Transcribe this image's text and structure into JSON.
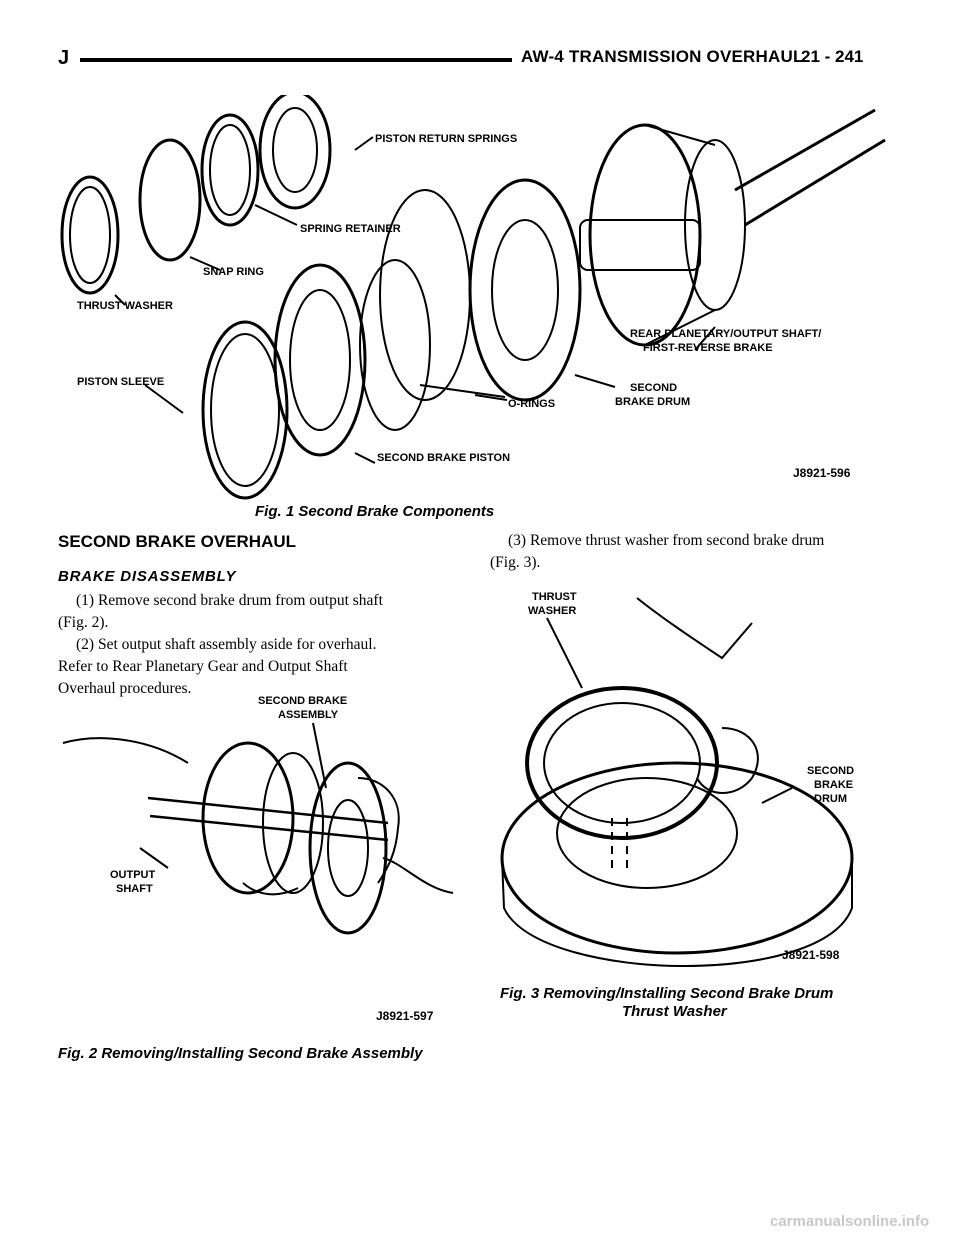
{
  "header": {
    "letter": "J",
    "title": "AW-4 TRANSMISSION OVERHAUL",
    "page": "21 - 241"
  },
  "fig1": {
    "labels": {
      "piston_return_springs": "PISTON RETURN SPRINGS",
      "spring_retainer": "SPRING RETAINER",
      "snap_ring": "SNAP RING",
      "thrust_washer": "THRUST WASHER",
      "rear_planetary_1": "REAR PLANETARY/OUTPUT SHAFT/",
      "rear_planetary_2": "FIRST-REVERSE BRAKE",
      "piston_sleeve": "PISTON SLEEVE",
      "o_rings": "O-RINGS",
      "second_1": "SECOND",
      "second_2": "BRAKE DRUM",
      "second_brake_piston": "SECOND BRAKE PISTON",
      "code": "J8921-596"
    },
    "caption": "Fig. 1 Second Brake Components"
  },
  "section": {
    "heading": "SECOND BRAKE OVERHAUL",
    "subheading": "BRAKE DISASSEMBLY",
    "step1_a": "(1) Remove second brake drum from output shaft",
    "step1_b": "(Fig. 2).",
    "step2_a": "(2) Set output shaft assembly aside for overhaul.",
    "step2_b": "Refer to Rear Planetary Gear and Output Shaft",
    "step2_c": "Overhaul procedures.",
    "step3_a": "(3) Remove thrust washer from second brake drum",
    "step3_b": "(Fig. 3)."
  },
  "fig2": {
    "labels": {
      "assembly_1": "SECOND BRAKE",
      "assembly_2": "ASSEMBLY",
      "output_1": "OUTPUT",
      "output_2": "SHAFT",
      "code": "J8921-597"
    },
    "caption": "Fig. 2 Removing/Installing Second Brake Assembly"
  },
  "fig3": {
    "labels": {
      "thrust_1": "THRUST",
      "thrust_2": "WASHER",
      "drum_1": "SECOND",
      "drum_2": "BRAKE",
      "drum_3": "DRUM",
      "code": "J8921-598"
    },
    "caption_1": "Fig. 3 Removing/Installing Second Brake Drum",
    "caption_2": "Thrust Washer"
  },
  "watermark": "carmanualsonline.info"
}
